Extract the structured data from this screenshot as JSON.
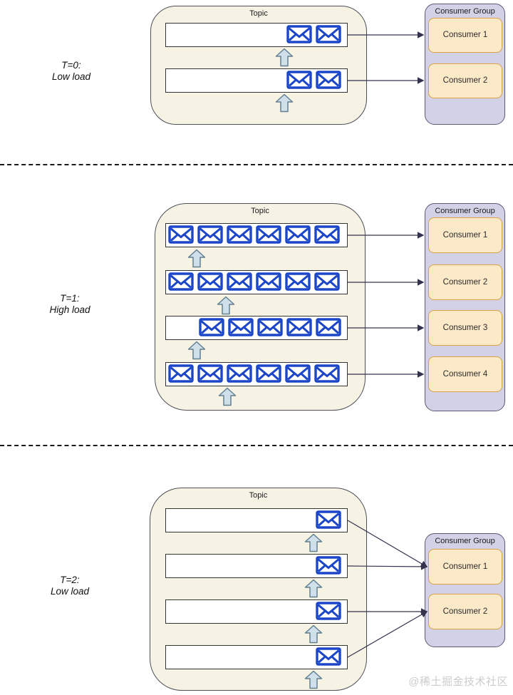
{
  "watermark": "@稀土掘金技术社区",
  "colors": {
    "topic_fill": "#f6f3e5",
    "topic_border": "#4f4f57",
    "partition_fill": "#ffffff",
    "partition_border": "#333333",
    "envelope_blue": "#1c46c8",
    "arrow_fill": "#cfe0eb",
    "arrow_border": "#647f90",
    "group_fill": "#d3d1e5",
    "group_border": "#5a5a78",
    "consumer_fill": "#fce9c8",
    "consumer_border": "#d7a244",
    "connector": "#33334d"
  },
  "sections": [
    {
      "time_label": "T=0:",
      "load_label": "Low load",
      "topic_title": "Topic",
      "group_title": "Consumer Group",
      "partitions": [
        {
          "message_count": 2,
          "fill": "right"
        },
        {
          "message_count": 2,
          "fill": "right"
        }
      ],
      "consumers": [
        {
          "label": "Consumer 1"
        },
        {
          "label": "Consumer 2"
        }
      ],
      "connections": [
        {
          "from_partition": 0,
          "to_consumer": 0
        },
        {
          "from_partition": 1,
          "to_consumer": 1
        }
      ]
    },
    {
      "time_label": "T=1:",
      "load_label": "High load",
      "topic_title": "Topic",
      "group_title": "Consumer Group",
      "partitions": [
        {
          "message_count": 6,
          "fill": "left"
        },
        {
          "message_count": 6,
          "fill": "left"
        },
        {
          "message_count": 5,
          "fill": "right"
        },
        {
          "message_count": 6,
          "fill": "left"
        }
      ],
      "consumers": [
        {
          "label": "Consumer 1"
        },
        {
          "label": "Consumer 2"
        },
        {
          "label": "Consumer 3"
        },
        {
          "label": "Consumer 4"
        }
      ],
      "connections": [
        {
          "from_partition": 0,
          "to_consumer": 0
        },
        {
          "from_partition": 1,
          "to_consumer": 1
        },
        {
          "from_partition": 2,
          "to_consumer": 2
        },
        {
          "from_partition": 3,
          "to_consumer": 3
        }
      ]
    },
    {
      "time_label": "T=2:",
      "load_label": "Low load",
      "topic_title": "Topic",
      "group_title": "Consumer Group",
      "partitions": [
        {
          "message_count": 1,
          "fill": "right"
        },
        {
          "message_count": 1,
          "fill": "right"
        },
        {
          "message_count": 1,
          "fill": "right"
        },
        {
          "message_count": 1,
          "fill": "right"
        }
      ],
      "consumers": [
        {
          "label": "Consumer 1"
        },
        {
          "label": "Consumer 2"
        }
      ],
      "connections": [
        {
          "from_partition": 0,
          "to_consumer": 0
        },
        {
          "from_partition": 1,
          "to_consumer": 0
        },
        {
          "from_partition": 2,
          "to_consumer": 1
        },
        {
          "from_partition": 3,
          "to_consumer": 1
        }
      ]
    }
  ]
}
